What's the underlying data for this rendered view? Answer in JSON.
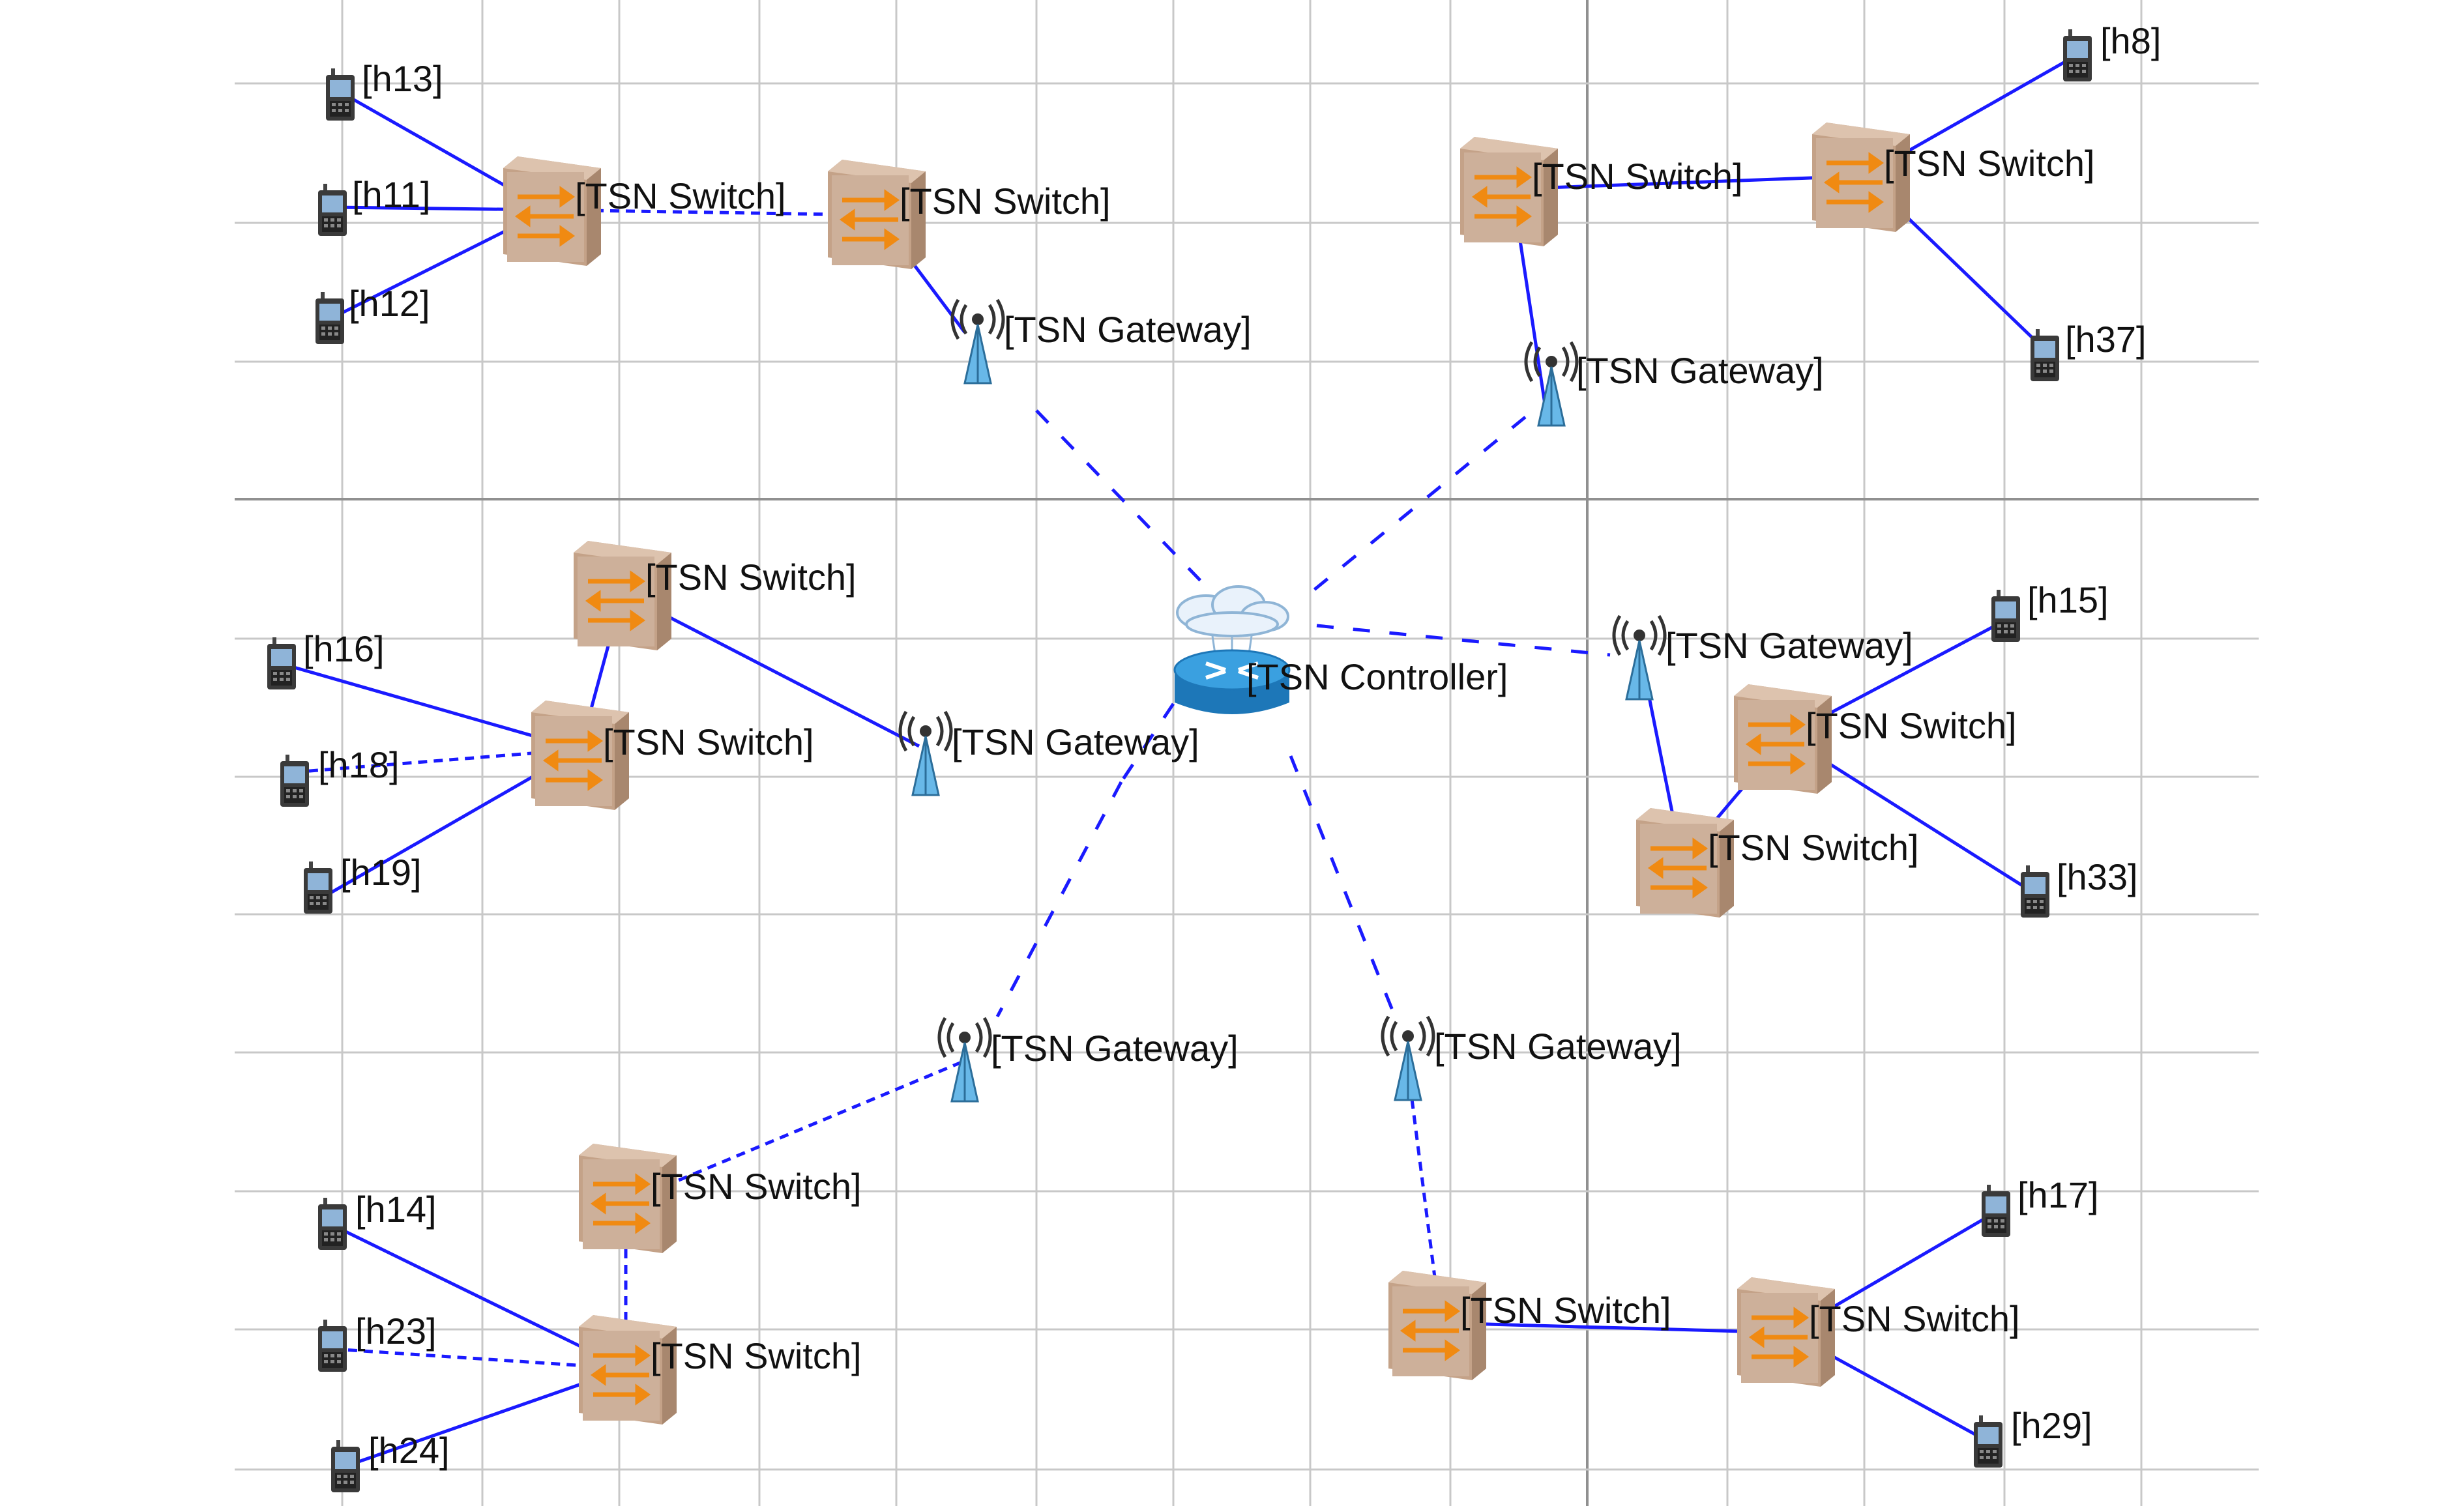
{
  "diagram": {
    "colors": {
      "link": "#1a1aff",
      "grid": "#c8c8c8",
      "axis": "#909090",
      "switch_body": "#c9a98f",
      "switch_arrow": "#f08a12",
      "gateway": "#5fb4e6",
      "router": "#2a8fd0"
    },
    "controller": {
      "label": "[TSN Controller]",
      "icon": "router-cloud-icon"
    },
    "gateways": [
      {
        "label": "[TSN Gateway]",
        "icon": "antenna-tower-icon"
      },
      {
        "label": "[TSN Gateway]",
        "icon": "antenna-tower-icon"
      },
      {
        "label": "[TSN Gateway]",
        "icon": "antenna-tower-icon"
      },
      {
        "label": "[TSN Gateway]",
        "icon": "antenna-tower-icon"
      },
      {
        "label": "[TSN Gateway]",
        "icon": "antenna-tower-icon"
      },
      {
        "label": "[TSN Gateway]",
        "icon": "antenna-tower-icon"
      }
    ],
    "switches": [
      {
        "label": "[TSN Switch]",
        "icon": "switch-icon"
      },
      {
        "label": "[TSN Switch]",
        "icon": "switch-icon"
      },
      {
        "label": "[TSN Switch]",
        "icon": "switch-icon"
      },
      {
        "label": "[TSN Switch]",
        "icon": "switch-icon"
      },
      {
        "label": "[TSN Switch]",
        "icon": "switch-icon"
      },
      {
        "label": "[TSN Switch]",
        "icon": "switch-icon"
      },
      {
        "label": "[TSN Switch]",
        "icon": "switch-icon"
      },
      {
        "label": "[TSN Switch]",
        "icon": "switch-icon"
      },
      {
        "label": "[TSN Switch]",
        "icon": "switch-icon"
      },
      {
        "label": "[TSN Switch]",
        "icon": "switch-icon"
      },
      {
        "label": "[TSN Switch]",
        "icon": "switch-icon"
      },
      {
        "label": "[TSN Switch]",
        "icon": "switch-icon"
      }
    ],
    "hosts": [
      {
        "label": "[h13]",
        "icon": "host-device-icon"
      },
      {
        "label": "[h11]",
        "icon": "host-device-icon"
      },
      {
        "label": "[h12]",
        "icon": "host-device-icon"
      },
      {
        "label": "[h8]",
        "icon": "host-device-icon"
      },
      {
        "label": "[h37]",
        "icon": "host-device-icon"
      },
      {
        "label": "[h16]",
        "icon": "host-device-icon"
      },
      {
        "label": "[h18]",
        "icon": "host-device-icon"
      },
      {
        "label": "[h19]",
        "icon": "host-device-icon"
      },
      {
        "label": "[h15]",
        "icon": "host-device-icon"
      },
      {
        "label": "[h33]",
        "icon": "host-device-icon"
      },
      {
        "label": "[h14]",
        "icon": "host-device-icon"
      },
      {
        "label": "[h23]",
        "icon": "host-device-icon"
      },
      {
        "label": "[h24]",
        "icon": "host-device-icon"
      },
      {
        "label": "[h17]",
        "icon": "host-device-icon"
      },
      {
        "label": "[h29]",
        "icon": "host-device-icon"
      }
    ]
  }
}
